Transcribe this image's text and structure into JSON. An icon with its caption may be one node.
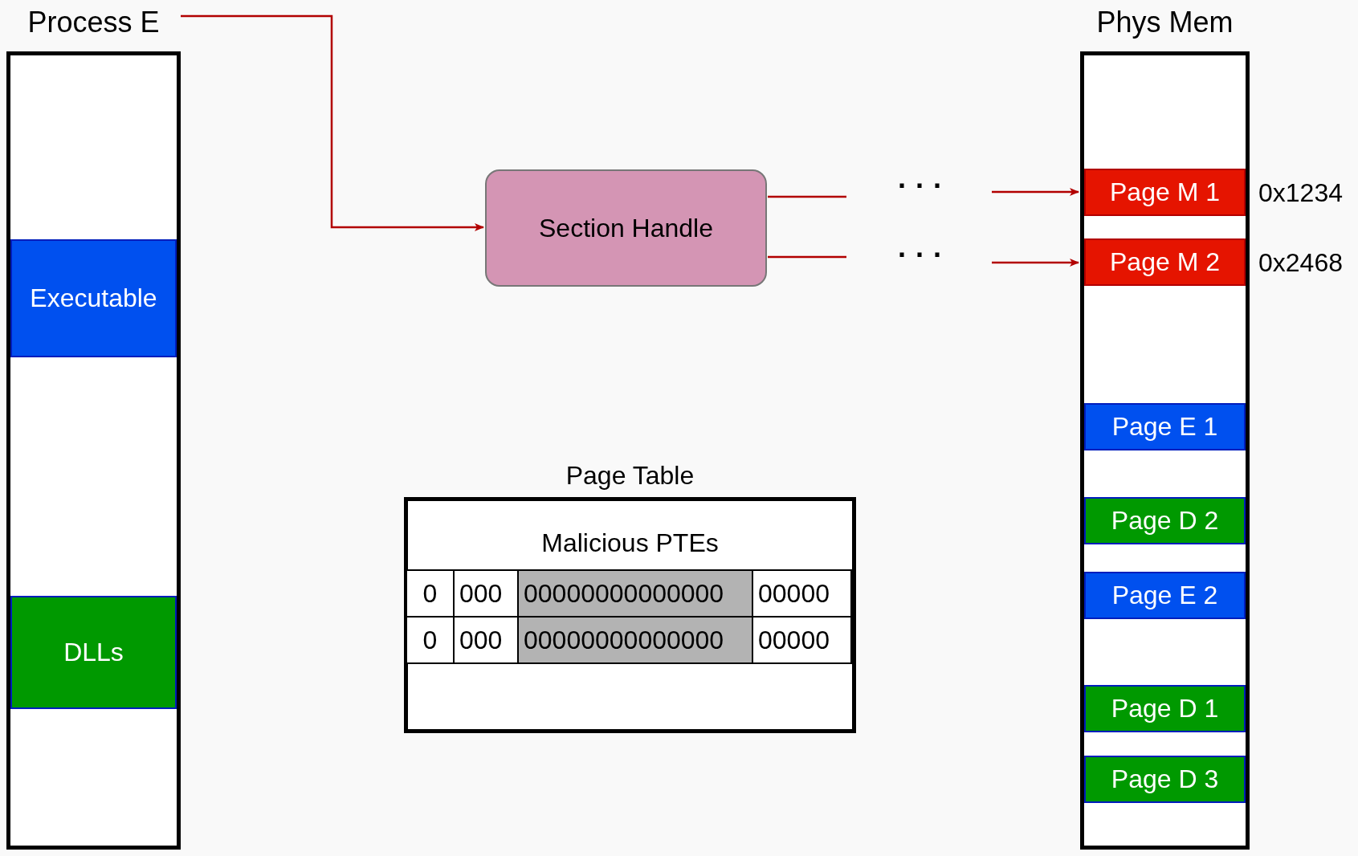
{
  "diagram": {
    "nodes": [
      {
        "text": [
          "Process E"
        ]
      },
      {
        "text": [
          "Executable"
        ],
        "in": 0
      },
      {
        "text": [
          "DLLs"
        ],
        "in": 0
      },
      {
        "text": [
          "Section Handle"
        ]
      },
      {
        "text": [
          "Phys Mem"
        ]
      },
      {
        "text": [
          "Page M 1"
        ],
        "in": 4,
        "beside": [
          "0x1234"
        ]
      },
      {
        "text": [
          "Page M 2"
        ],
        "in": 4,
        "beside": [
          "0x2468"
        ]
      },
      {
        "text": [
          "Page E 1"
        ],
        "in": 4
      },
      {
        "text": [
          "Page D 2"
        ],
        "in": 4
      },
      {
        "text": [
          "Page E 2"
        ],
        "in": 4
      },
      {
        "text": [
          "Page D 1"
        ],
        "in": 4
      },
      {
        "text": [
          "Page D 3"
        ],
        "in": 4
      },
      {
        "text": [
          "Page Table",
          "Malicious PTEs"
        ]
      }
    ],
    "edges": [
      {
        "from": 0,
        "to": 3,
        "arrow": "to"
      },
      {
        "from": 3,
        "to": null,
        "arrow": "none"
      },
      {
        "from": null,
        "to": 5,
        "arrow": "to"
      },
      {
        "from": 3,
        "to": null,
        "arrow": "none"
      },
      {
        "from": null,
        "to": 6,
        "arrow": "to"
      }
    ],
    "labels": [
      "· · ·",
      "· · ·",
      "0",
      "000",
      "00000000000000",
      "00000",
      "0",
      "000",
      "00000000000000",
      "00000"
    ]
  }
}
